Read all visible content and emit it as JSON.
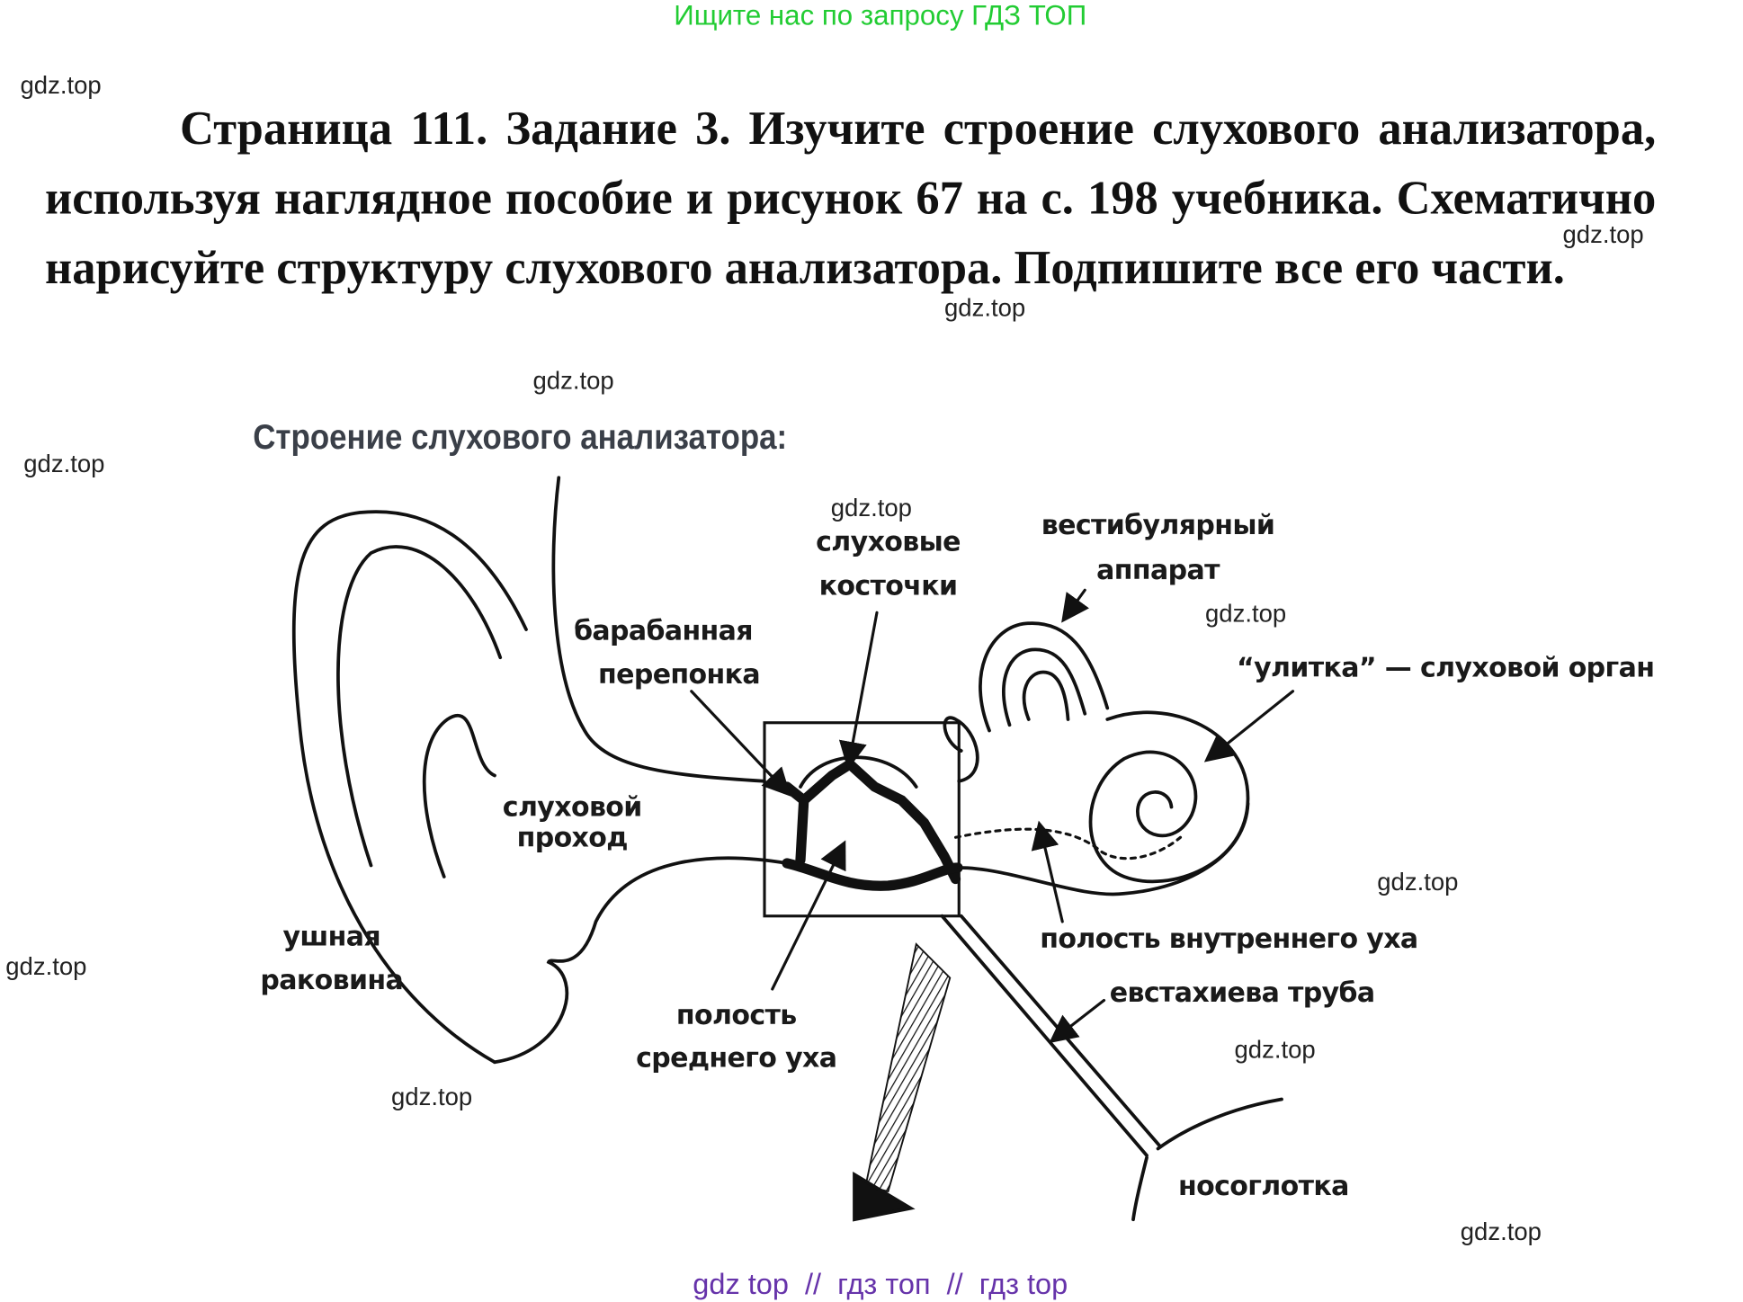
{
  "banner": "Ищите нас по запросу ГДЗ ТОП",
  "heading": "Страница 111. Задание 3. Изучите строение слухового анализатора, используя наглядное пособие и рисунок 67 на с. 198 учебника. Схематично нарисуйте структуру слухового анализатора. Подпишите все его части.",
  "watermark": "gdz.top",
  "figure": {
    "title": "Строение слухового анализатора:",
    "labels": {
      "ossicles_1": "слуховые",
      "ossicles_2": "косточки",
      "vestibular_1": "вестибулярный",
      "vestibular_2": "аппарат",
      "eardrum_1": "барабанная",
      "eardrum_2": "перепонка",
      "cochlea": "“улитка” — слуховой орган",
      "canal_1": "слуховой",
      "canal_2": "проход",
      "auricle_1": "ушная",
      "auricle_2": "раковина",
      "inner_ear": "полость внутреннего уха",
      "eustachian": "евстахиева труба",
      "middle_ear_1": "полость",
      "middle_ear_2": "среднего уха",
      "nasopharynx": "носоглотка"
    }
  },
  "footer": "gdz top  //  гдз топ  //  гдз top"
}
